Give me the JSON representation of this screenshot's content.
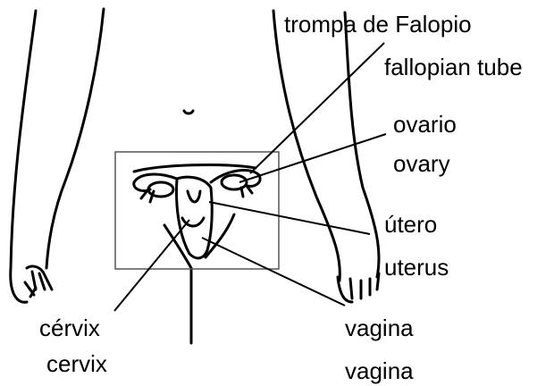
{
  "labels": {
    "fallopian_es": "trompa de Falopio",
    "fallopian_en": "fallopian tube",
    "ovary_es": "ovario",
    "ovary_en": "ovary",
    "uterus_es": "útero",
    "uterus_en": "uterus",
    "cervix_es": "cérvix",
    "cervix_en": "cervix",
    "vagina_es": "vagina",
    "vagina_en": "vagina"
  },
  "colors": {
    "ink": "#000000",
    "background": "#ffffff",
    "inset_box": "#555555"
  }
}
